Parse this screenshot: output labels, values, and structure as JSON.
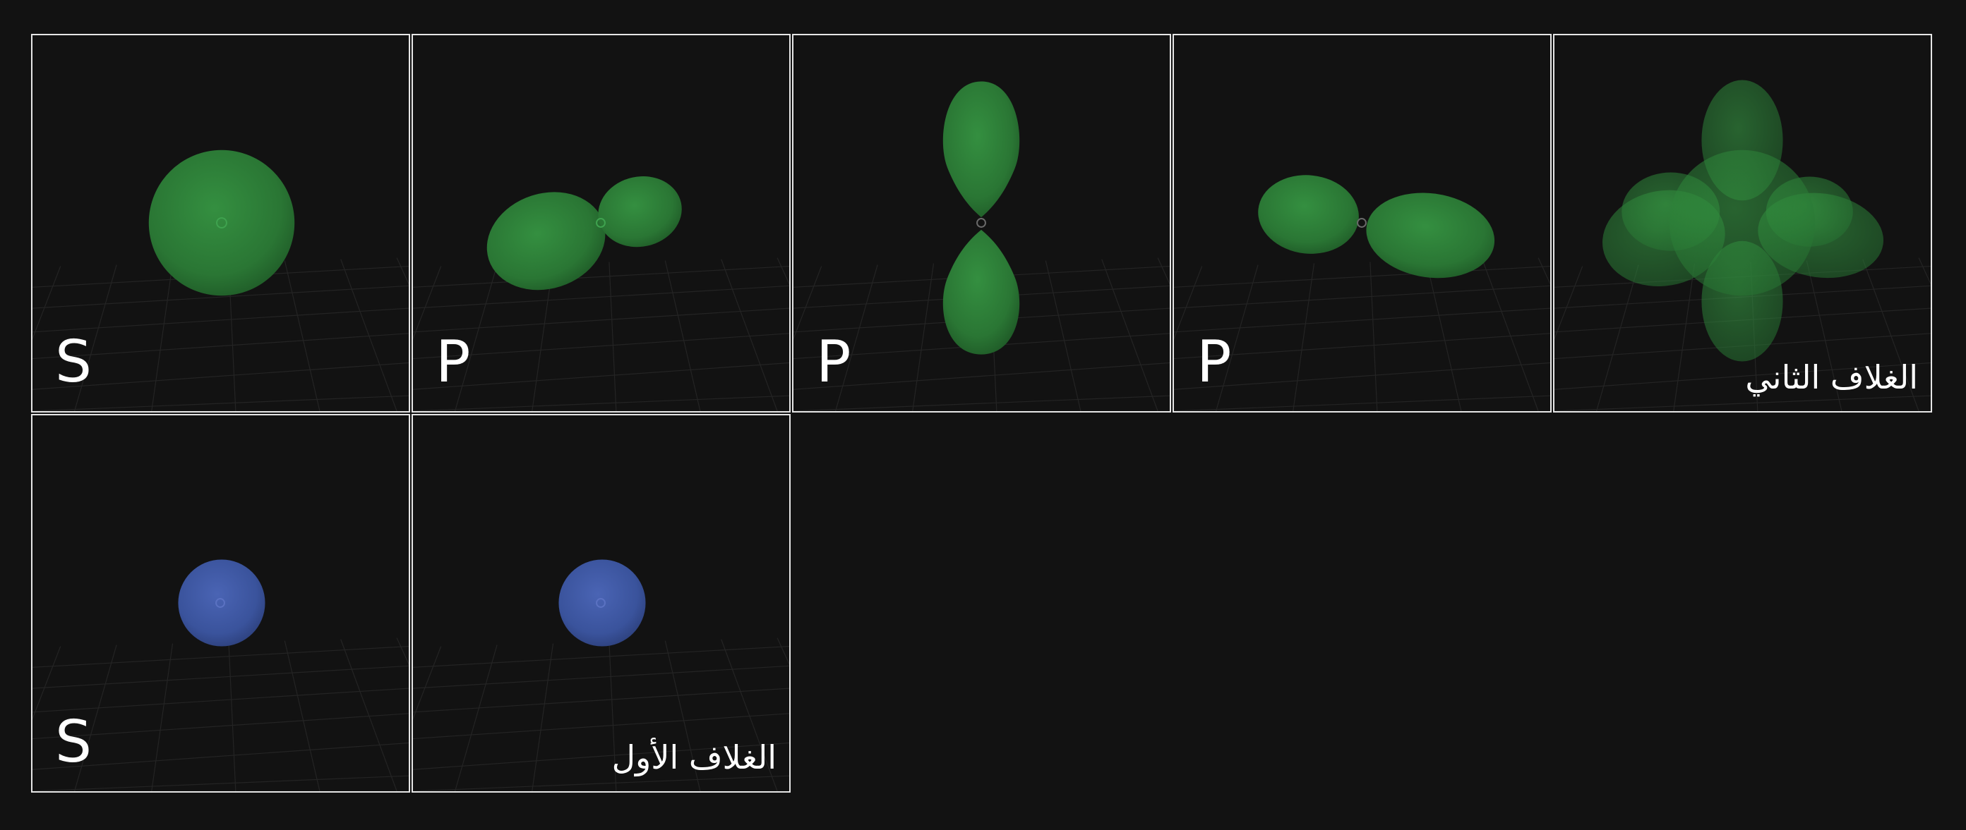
{
  "colors": {
    "background": "#121212",
    "panel_border": "#e6e6e6",
    "shell2_orbital": "#2f8a3c",
    "shell1_orbital": "#3e5aa8",
    "label_text": "#ffffff"
  },
  "panels": [
    {
      "id": "shell2-s",
      "row": 1,
      "col": 1,
      "label": "S",
      "orbital": "s",
      "shell": 2,
      "color": "green"
    },
    {
      "id": "shell2-px",
      "row": 1,
      "col": 2,
      "label": "P",
      "orbital": "p-x",
      "shell": 2,
      "color": "green"
    },
    {
      "id": "shell2-py",
      "row": 1,
      "col": 3,
      "label": "P",
      "orbital": "p-y",
      "shell": 2,
      "color": "green"
    },
    {
      "id": "shell2-pz",
      "row": 1,
      "col": 4,
      "label": "P",
      "orbital": "p-z",
      "shell": 2,
      "color": "green"
    },
    {
      "id": "shell2-combined",
      "row": 1,
      "col": 5,
      "label": "الغلاف الثاني",
      "orbital": "combined",
      "shell": 2,
      "color": "green"
    },
    {
      "id": "shell1-s",
      "row": 2,
      "col": 1,
      "label": "S",
      "orbital": "s",
      "shell": 1,
      "color": "blue"
    },
    {
      "id": "shell1-combined",
      "row": 2,
      "col": 2,
      "label": "الغلاف الأول",
      "orbital": "combined",
      "shell": 1,
      "color": "blue"
    }
  ]
}
